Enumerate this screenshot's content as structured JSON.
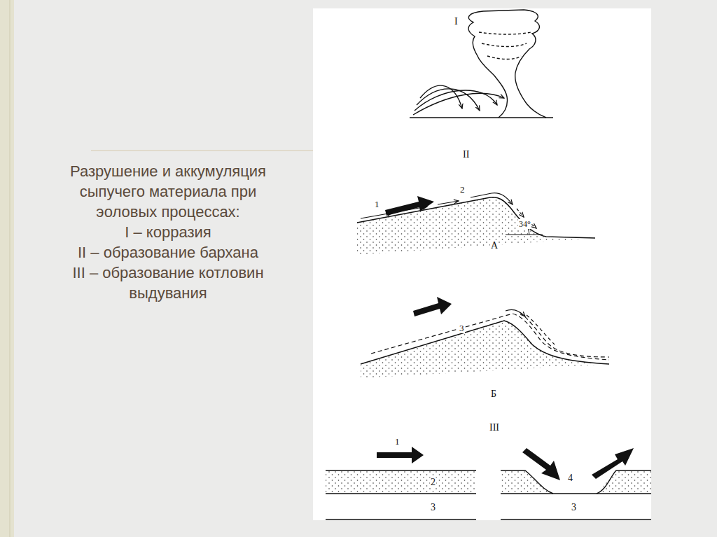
{
  "diagram": {
    "title": "Разрушение и аккумуляция сыпучего материала при эоловых процессах:",
    "labels": [
      "I – корразия",
      "II – образование бархана",
      "III – образование котловин выдувания",
      "I",
      "II",
      "1",
      "2",
      "34°",
      "А",
      "3",
      "Б",
      "III",
      "1",
      "2",
      "3",
      "4",
      "3"
    ]
  }
}
